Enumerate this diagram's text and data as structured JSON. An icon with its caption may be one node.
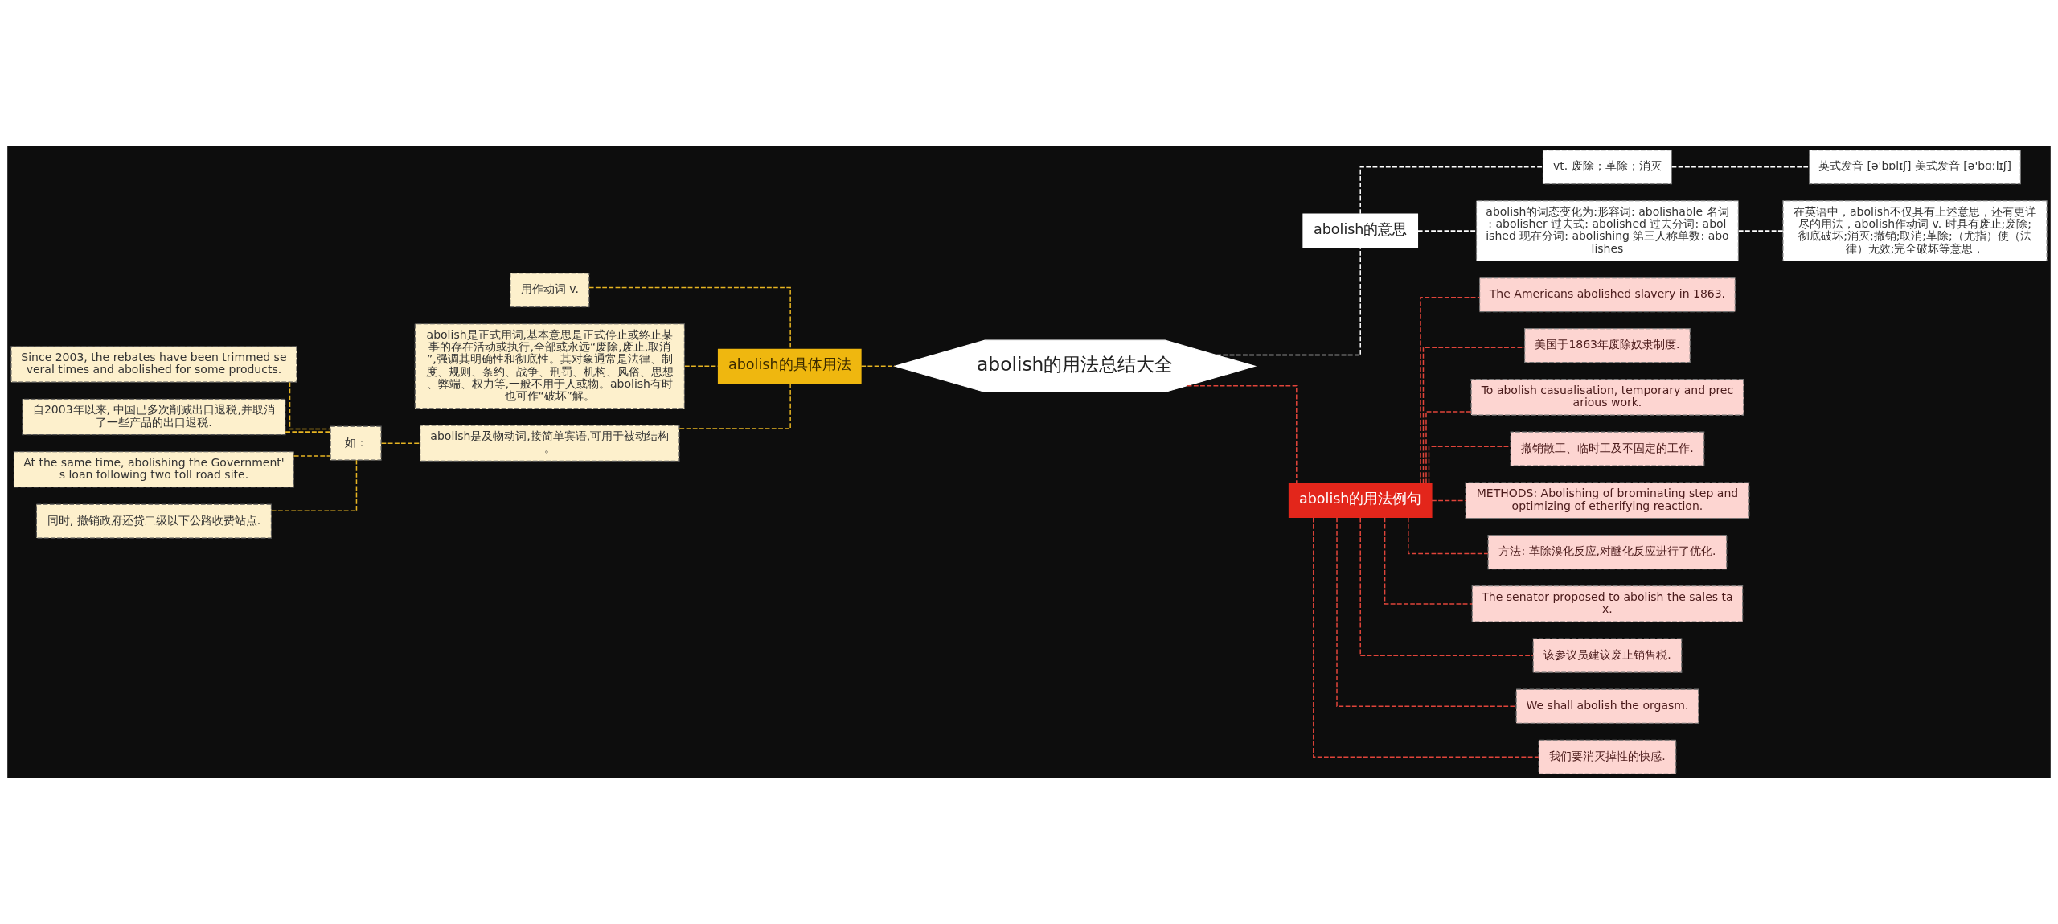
{
  "diagram": {
    "nodes": [
      {
        "text": [
          "abolish的用法总结大全"
        ]
      },
      {
        "text": [
          "abolish的具体用法"
        ]
      },
      {
        "text": [
          "用作动词 v."
        ]
      },
      {
        "text": [
          "abolish是正式用词,基本意思是正式停止或终止某事的存在活动或执行,全部或永远“废除,废止,取消”,强调其明确性和彻底性。其对象通常是法律、制度、规则、条约、战争、刑罚、机构、风俗、思想、弊端、权力等,一般不用于人或物。abolish有时也可作“破坏”解。"
        ]
      },
      {
        "text": [
          "abolish是及物动词,接简单宾语,可用于被动结构。"
        ]
      },
      {
        "text": [
          "如："
        ]
      },
      {
        "text": [
          "Since 2003, the rebates have been trimmed several times and abolished for some products."
        ]
      },
      {
        "text": [
          "自2003年以来, 中国已多次削减出口退税,并取消了一些产品的出口退税."
        ]
      },
      {
        "text": [
          "At the same time, abolishing the Government's loan following two toll road site."
        ]
      },
      {
        "text": [
          "同时, 撤销政府还贷二级以下公路收费站点."
        ]
      },
      {
        "text": [
          "abolish的意思"
        ]
      },
      {
        "text": [
          "vt. 废除；革除；消灭"
        ]
      },
      {
        "text": [
          "英式发音 [ə'bɒlɪʃ] 美式发音 [ə'bɑːlɪʃ]"
        ]
      },
      {
        "text": [
          "abolish的词态变化为:形容词: abolishable 名词: abolisher 过去式: abolished 过去分词: abolished 现在分词: abolishing 第三人称单数: abolishes"
        ]
      },
      {
        "text": [
          "在英语中，abolish不仅具有上述意思，还有更详尽的用法，abolish作动词 v. 时具有废止;废除;彻底破坏;消灭;撤销;取消;革除;（尤指）使（法律）无效;完全破坏等意思，"
        ]
      },
      {
        "text": [
          "abolish的用法例句"
        ]
      },
      {
        "text": [
          "The Americans abolished slavery in 1863."
        ]
      },
      {
        "text": [
          "美国于1863年废除奴隶制度."
        ]
      },
      {
        "text": [
          "To abolish casualisation, temporary and precarious work."
        ]
      },
      {
        "text": [
          "撤销散工、临时工及不固定的工作."
        ]
      },
      {
        "text": [
          "METHODS: Abolishing of brominating step and optimizing of etherifying reaction."
        ]
      },
      {
        "text": [
          "方法: 革除溴化反应,对醚化反应进行了优化."
        ]
      },
      {
        "text": [
          "The senator proposed to abolish the sales tax."
        ]
      },
      {
        "text": [
          "该参议员建议废止销售税."
        ]
      },
      {
        "text": [
          "We shall abolish the orgasm."
        ]
      },
      {
        "text": [
          "我们要消灭掉性的快感."
        ]
      }
    ],
    "edges": [
      {
        "from": 0,
        "to": 1,
        "arrow": "none",
        "style": "dashed",
        "color": "#e6b422"
      },
      {
        "from": 1,
        "to": 2,
        "arrow": "none",
        "style": "dashed",
        "color": "#e6b422"
      },
      {
        "from": 1,
        "to": 3,
        "arrow": "none",
        "style": "dashed",
        "color": "#e6b422"
      },
      {
        "from": 1,
        "to": 4,
        "arrow": "none",
        "style": "dashed",
        "color": "#e6b422"
      },
      {
        "from": 4,
        "to": 5,
        "arrow": "none",
        "style": "dashed",
        "color": "#e6b422"
      },
      {
        "from": 5,
        "to": 6,
        "arrow": "none",
        "style": "dashed",
        "color": "#e6b422"
      },
      {
        "from": 5,
        "to": 7,
        "arrow": "none",
        "style": "dashed",
        "color": "#e6b422"
      },
      {
        "from": 5,
        "to": 8,
        "arrow": "none",
        "style": "dashed",
        "color": "#e6b422"
      },
      {
        "from": 5,
        "to": 9,
        "arrow": "none",
        "style": "dashed",
        "color": "#e6b422"
      },
      {
        "from": 0,
        "to": 10,
        "arrow": "none",
        "style": "dashed",
        "color": "#ffffff"
      },
      {
        "from": 10,
        "to": 11,
        "arrow": "none",
        "style": "dashed",
        "color": "#ffffff"
      },
      {
        "from": 11,
        "to": 12,
        "arrow": "none",
        "style": "dashed",
        "color": "#ffffff"
      },
      {
        "from": 10,
        "to": 13,
        "arrow": "none",
        "style": "dashed",
        "color": "#ffffff"
      },
      {
        "from": 13,
        "to": 14,
        "arrow": "none",
        "style": "dashed",
        "color": "#ffffff"
      },
      {
        "from": 0,
        "to": 15,
        "arrow": "none",
        "style": "dashed"
      },
      {
        "from": 15,
        "to": 16,
        "arrow": "none",
        "style": "dashed"
      },
      {
        "from": 15,
        "to": 17,
        "arrow": "none",
        "style": "dashed"
      },
      {
        "from": 15,
        "to": 18,
        "arrow": "none",
        "style": "dashed"
      },
      {
        "from": 15,
        "to": 19,
        "arrow": "none",
        "style": "dashed"
      },
      {
        "from": 15,
        "to": 20,
        "arrow": "none",
        "style": "dashed"
      },
      {
        "from": 15,
        "to": 21,
        "arrow": "none",
        "style": "dashed"
      },
      {
        "from": 15,
        "to": 22,
        "arrow": "none",
        "style": "dashed"
      },
      {
        "from": 15,
        "to": 23,
        "arrow": "none",
        "style": "dashed"
      },
      {
        "from": 15,
        "to": 24,
        "arrow": "none",
        "style": "dashed"
      },
      {
        "from": 15,
        "to": 25,
        "arrow": "none",
        "style": "dashed"
      }
    ]
  }
}
